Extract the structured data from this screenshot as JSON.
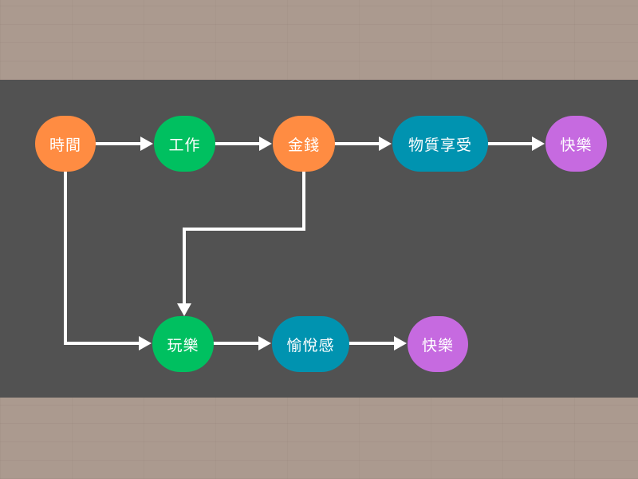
{
  "diagram": {
    "nodes": {
      "time": {
        "label": "時間",
        "color": "#ff8c42"
      },
      "work": {
        "label": "工作",
        "color": "#00c060"
      },
      "money": {
        "label": "金錢",
        "color": "#ff8c42"
      },
      "material": {
        "label": "物質享受",
        "color": "#0093b0"
      },
      "happy_top": {
        "label": "快樂",
        "color": "#c66ae0"
      },
      "play": {
        "label": "玩樂",
        "color": "#00c060"
      },
      "pleasure": {
        "label": "愉悅感",
        "color": "#0093b0"
      },
      "happy_bottom": {
        "label": "快樂",
        "color": "#c66ae0"
      }
    },
    "edges": [
      {
        "from": "時間",
        "to": "工作"
      },
      {
        "from": "工作",
        "to": "金錢"
      },
      {
        "from": "金錢",
        "to": "物質享受"
      },
      {
        "from": "物質享受",
        "to": "快樂"
      },
      {
        "from": "時間",
        "to": "玩樂"
      },
      {
        "from": "金錢",
        "to": "玩樂"
      },
      {
        "from": "玩樂",
        "to": "愉悅感"
      },
      {
        "from": "愉悅感",
        "to": "快樂"
      }
    ]
  },
  "colors": {
    "canvas": "#525252",
    "arrow": "#ffffff",
    "paper": "#ab9a8f"
  }
}
